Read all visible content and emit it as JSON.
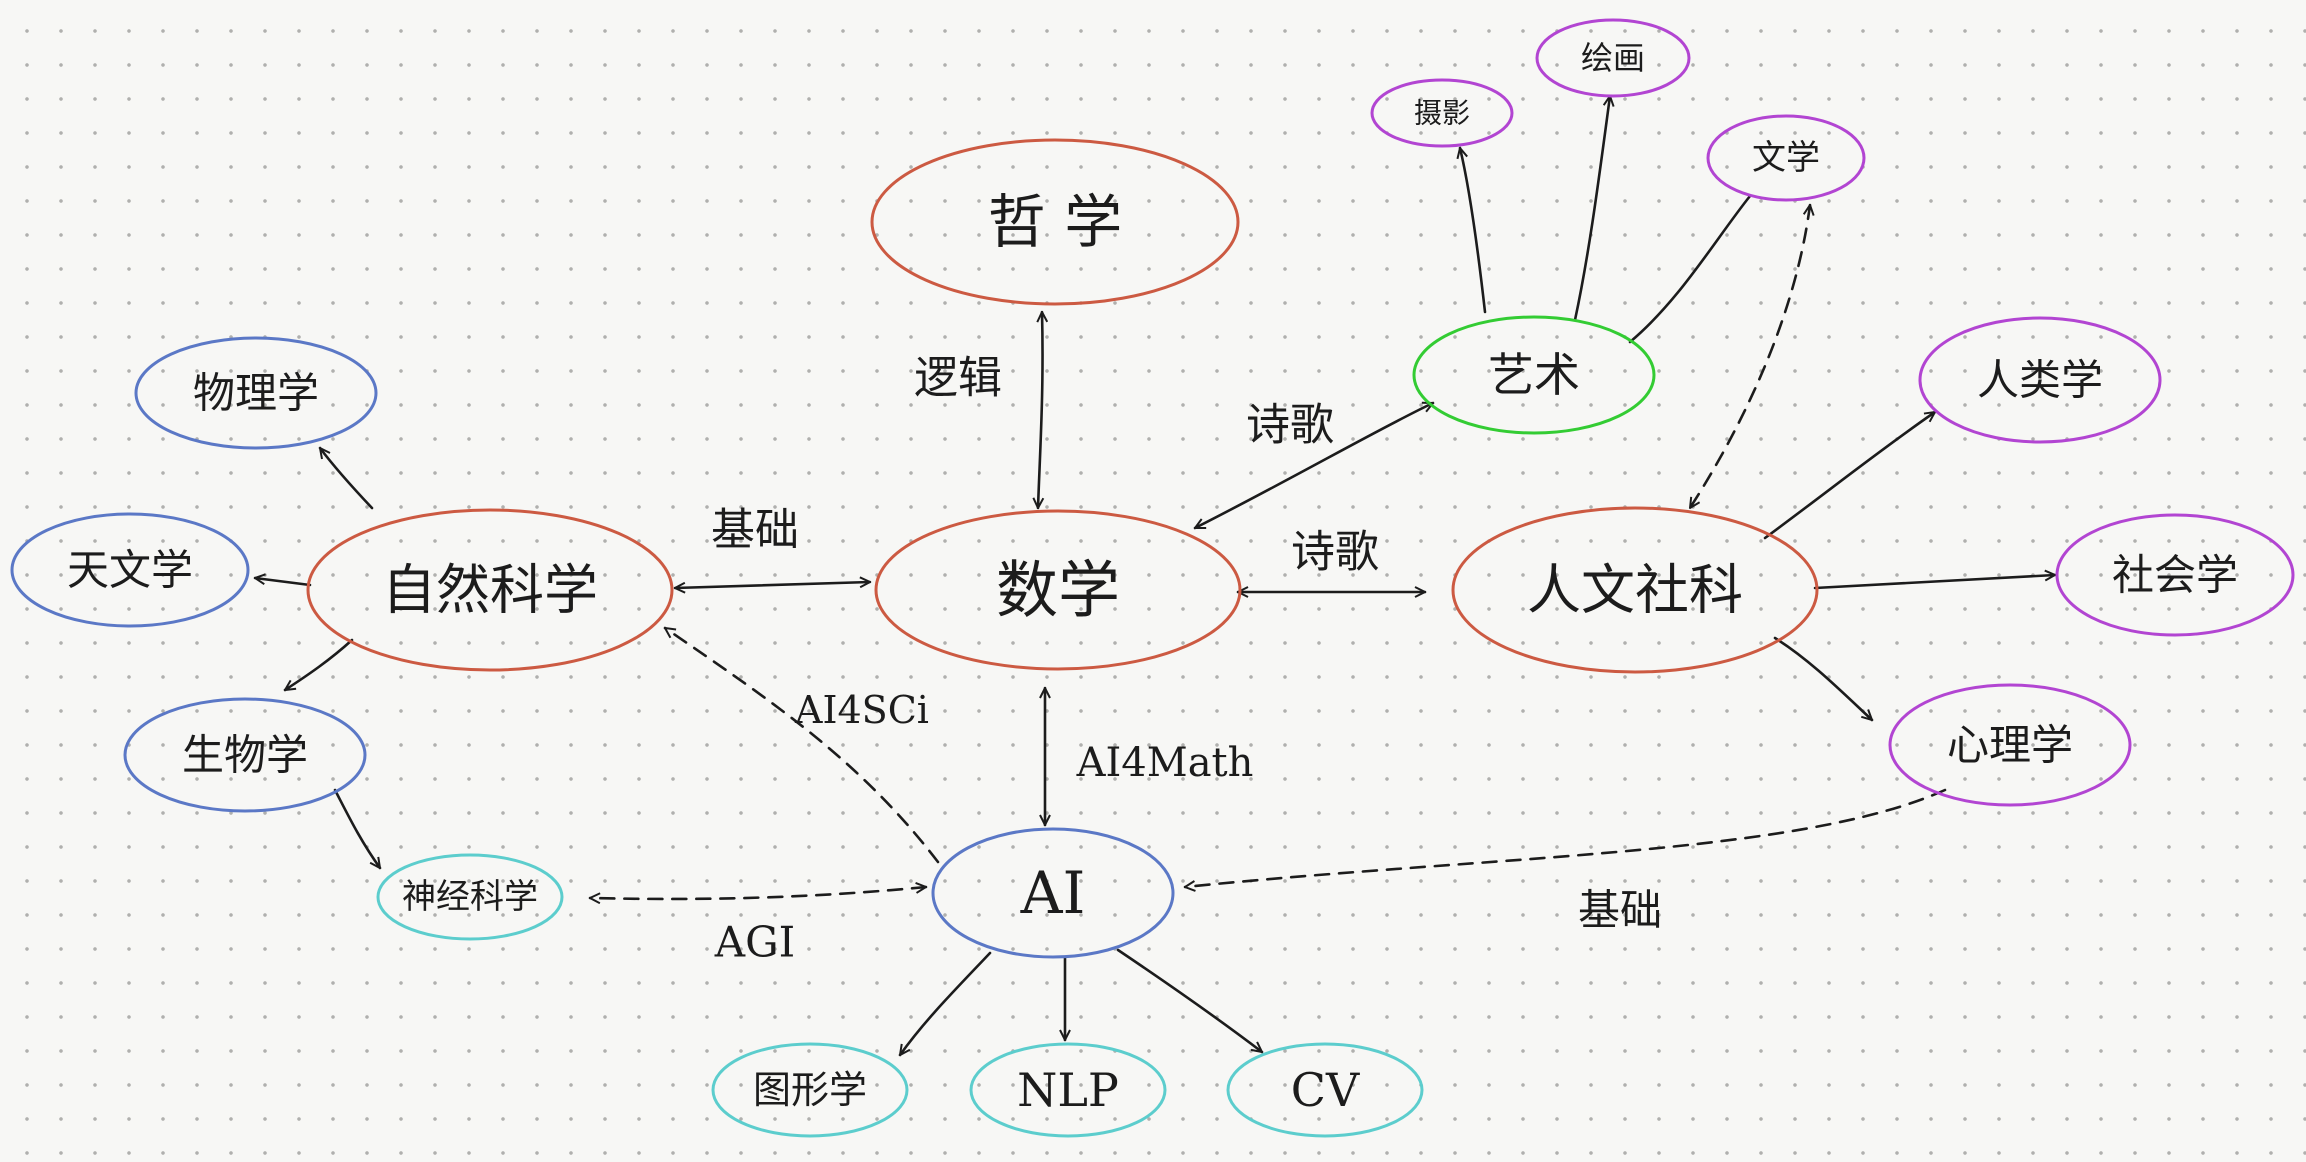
{
  "colors": {
    "core": "#cc5a42",
    "blue": "#5b78c6",
    "purple": "#b245d2",
    "green": "#33cc33",
    "cyan": "#5ccdcd"
  },
  "nodes": [
    {
      "id": "philosophy",
      "label": "哲 学",
      "color": "core"
    },
    {
      "id": "math",
      "label": "数学",
      "color": "core"
    },
    {
      "id": "natural-science",
      "label": "自然科学",
      "color": "core"
    },
    {
      "id": "humanities",
      "label": "人文社科",
      "color": "core"
    },
    {
      "id": "physics",
      "label": "物理学",
      "color": "blue"
    },
    {
      "id": "astronomy",
      "label": "天文学",
      "color": "blue"
    },
    {
      "id": "biology",
      "label": "生物学",
      "color": "blue"
    },
    {
      "id": "ai",
      "label": "AI",
      "color": "blue"
    },
    {
      "id": "art",
      "label": "艺术",
      "color": "green"
    },
    {
      "id": "photography",
      "label": "摄影",
      "color": "purple"
    },
    {
      "id": "painting",
      "label": "绘画",
      "color": "purple"
    },
    {
      "id": "literature",
      "label": "文学",
      "color": "purple"
    },
    {
      "id": "anthropology",
      "label": "人类学",
      "color": "purple"
    },
    {
      "id": "sociology",
      "label": "社会学",
      "color": "purple"
    },
    {
      "id": "psychology",
      "label": "心理学",
      "color": "purple"
    },
    {
      "id": "neuroscience",
      "label": "神经科学",
      "color": "cyan"
    },
    {
      "id": "graphics",
      "label": "图形学",
      "color": "cyan"
    },
    {
      "id": "nlp",
      "label": "NLP",
      "color": "cyan"
    },
    {
      "id": "cv",
      "label": "CV",
      "color": "cyan"
    }
  ],
  "edges": [
    {
      "id": "philosophy-math",
      "from": "philosophy",
      "to": "math",
      "label": "逻辑",
      "style": "solid",
      "arrows": "both"
    },
    {
      "id": "natural-science-math",
      "from": "natural-science",
      "to": "math",
      "label": "基础",
      "style": "solid",
      "arrows": "both"
    },
    {
      "id": "math-humanities",
      "from": "math",
      "to": "humanities",
      "label": "诗歌",
      "style": "solid",
      "arrows": "both"
    },
    {
      "id": "math-art",
      "from": "math",
      "to": "art",
      "label": "诗歌",
      "style": "solid",
      "arrows": "both"
    },
    {
      "id": "math-ai",
      "from": "math",
      "to": "ai",
      "label": "AI4Math",
      "style": "solid",
      "arrows": "both"
    },
    {
      "id": "ai-natural-science",
      "from": "ai",
      "to": "natural-science",
      "label": "AI4SCi",
      "style": "dashed",
      "arrows": "end"
    },
    {
      "id": "ai-neuroscience",
      "from": "ai",
      "to": "neuroscience",
      "label": "AGI",
      "style": "dashed",
      "arrows": "both"
    },
    {
      "id": "psychology-ai",
      "from": "psychology",
      "to": "ai",
      "label": "基础",
      "style": "dashed",
      "arrows": "end"
    },
    {
      "id": "natural-science-physics",
      "from": "natural-science",
      "to": "physics",
      "label": "",
      "style": "solid",
      "arrows": "end"
    },
    {
      "id": "natural-science-astronomy",
      "from": "natural-science",
      "to": "astronomy",
      "label": "",
      "style": "solid",
      "arrows": "end"
    },
    {
      "id": "natural-science-biology",
      "from": "natural-science",
      "to": "biology",
      "label": "",
      "style": "solid",
      "arrows": "end"
    },
    {
      "id": "biology-neuroscience",
      "from": "biology",
      "to": "neuroscience",
      "label": "",
      "style": "solid",
      "arrows": "end"
    },
    {
      "id": "art-photography",
      "from": "art",
      "to": "photography",
      "label": "",
      "style": "solid",
      "arrows": "end"
    },
    {
      "id": "art-painting",
      "from": "art",
      "to": "painting",
      "label": "",
      "style": "solid",
      "arrows": "end"
    },
    {
      "id": "art-literature",
      "from": "art",
      "to": "literature",
      "label": "",
      "style": "solid",
      "arrows": "none"
    },
    {
      "id": "literature-humanities",
      "from": "literature",
      "to": "humanities",
      "label": "",
      "style": "dashed",
      "arrows": "both"
    },
    {
      "id": "humanities-anthropology",
      "from": "humanities",
      "to": "anthropology",
      "label": "",
      "style": "solid",
      "arrows": "end"
    },
    {
      "id": "humanities-sociology",
      "from": "humanities",
      "to": "sociology",
      "label": "",
      "style": "solid",
      "arrows": "end"
    },
    {
      "id": "humanities-psychology",
      "from": "humanities",
      "to": "psychology",
      "label": "",
      "style": "solid",
      "arrows": "end"
    },
    {
      "id": "ai-graphics",
      "from": "ai",
      "to": "graphics",
      "label": "",
      "style": "solid",
      "arrows": "end"
    },
    {
      "id": "ai-nlp",
      "from": "ai",
      "to": "nlp",
      "label": "",
      "style": "solid",
      "arrows": "end"
    },
    {
      "id": "ai-cv",
      "from": "ai",
      "to": "cv",
      "label": "",
      "style": "solid",
      "arrows": "end"
    }
  ]
}
